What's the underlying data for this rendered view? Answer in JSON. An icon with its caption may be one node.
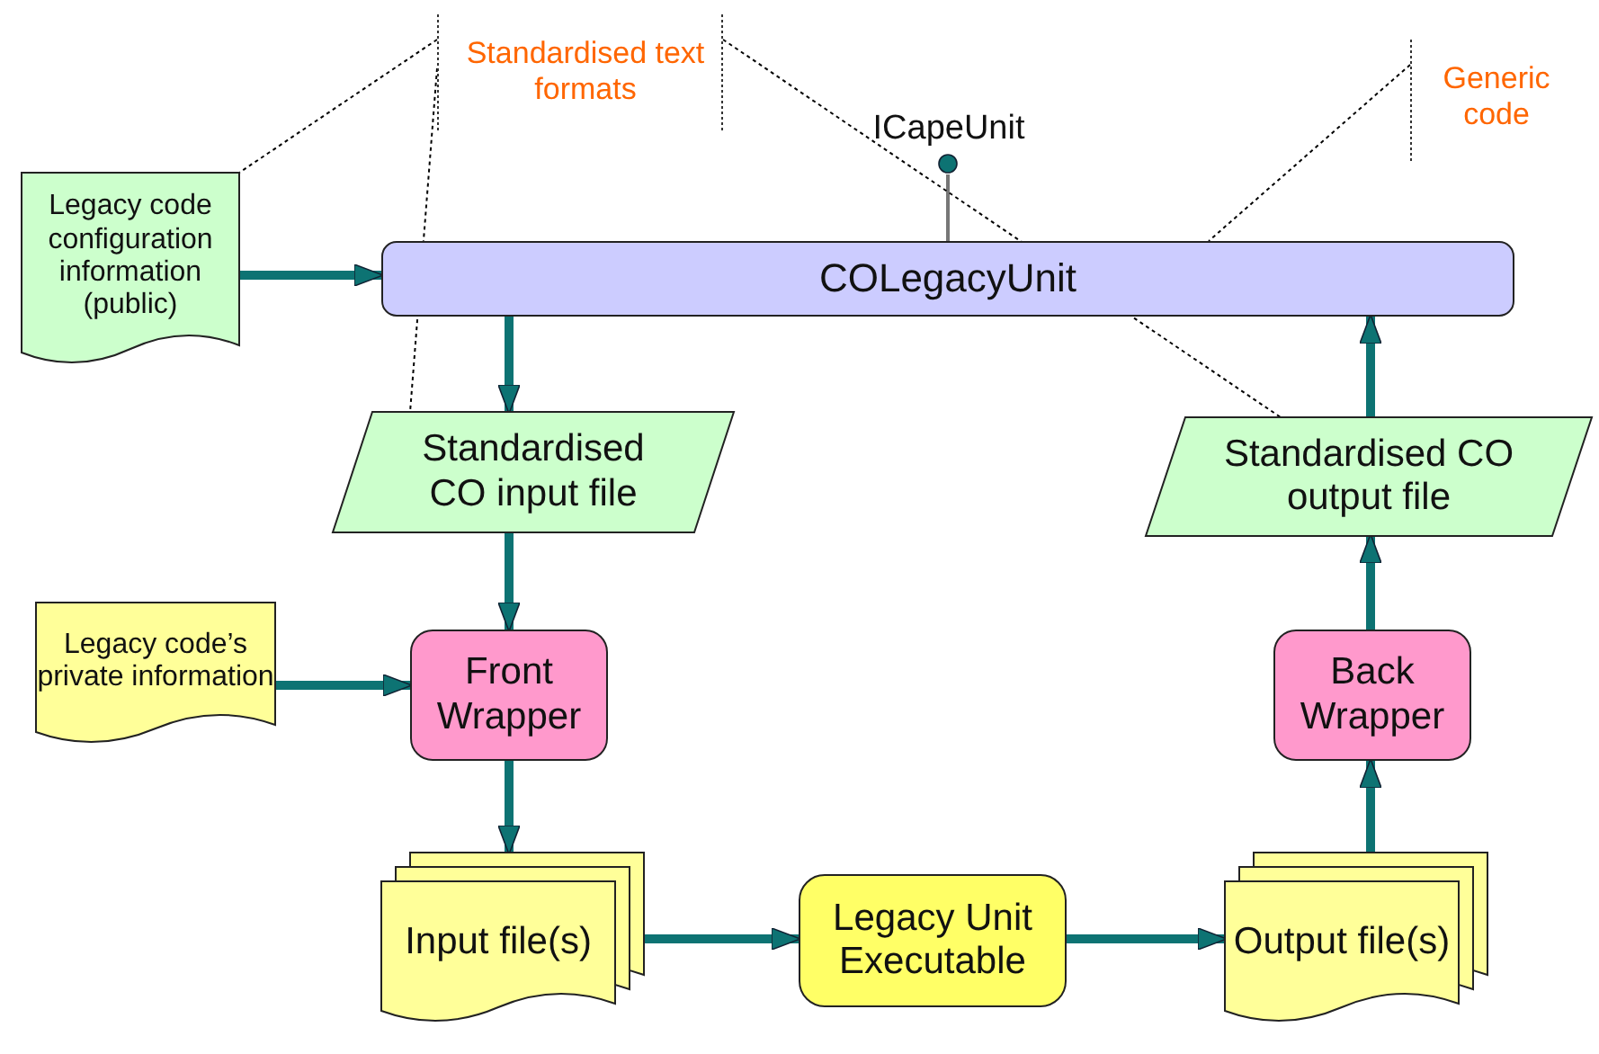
{
  "diagram": {
    "nodes": [
      {
        "text": [
          "Legacy code configuration information (public)"
        ]
      },
      {
        "text": [
          "COLegacyUnit"
        ]
      },
      {
        "text": [
          "ICapeUnit"
        ]
      },
      {
        "text": [
          "Standardised CO input file"
        ]
      },
      {
        "text": [
          "Standardised CO output file"
        ]
      },
      {
        "text": [
          "Legacy code’s private information"
        ]
      },
      {
        "text": [
          "Front Wrapper"
        ]
      },
      {
        "text": [
          "Back Wrapper"
        ]
      },
      {
        "text": [
          "Input file(s)"
        ]
      },
      {
        "text": [
          "Legacy Unit Executable"
        ]
      },
      {
        "text": [
          "Output file(s)"
        ]
      },
      {
        "text": [
          "Standardised text formats"
        ]
      },
      {
        "text": [
          "Generic code"
        ]
      }
    ],
    "edges": [
      {
        "from": 0,
        "to": 1,
        "arrow": "to"
      },
      {
        "from": 1,
        "to": 3,
        "arrow": "to"
      },
      {
        "from": 3,
        "to": 6,
        "arrow": "to"
      },
      {
        "from": 5,
        "to": 6,
        "arrow": "to"
      },
      {
        "from": 6,
        "to": 8,
        "arrow": "to"
      },
      {
        "from": 8,
        "to": 9,
        "arrow": "to"
      },
      {
        "from": 9,
        "to": 10,
        "arrow": "to"
      },
      {
        "from": 10,
        "to": 7,
        "arrow": "to"
      },
      {
        "from": 7,
        "to": 4,
        "arrow": "to"
      },
      {
        "from": 4,
        "to": 1,
        "arrow": "to"
      },
      {
        "from": 1,
        "to": 2,
        "arrow": "other",
        "color": "#777777"
      },
      {
        "from": 11,
        "to": 0,
        "arrow": "none",
        "style": "dashed",
        "color": "#000000"
      },
      {
        "from": 11,
        "to": 3,
        "arrow": "none",
        "style": "dashed",
        "color": "#000000"
      },
      {
        "from": 11,
        "to": 4,
        "arrow": "none",
        "style": "dashed",
        "color": "#000000"
      },
      {
        "from": 12,
        "to": 1,
        "arrow": "none",
        "style": "dashed",
        "color": "#000000"
      }
    ]
  }
}
